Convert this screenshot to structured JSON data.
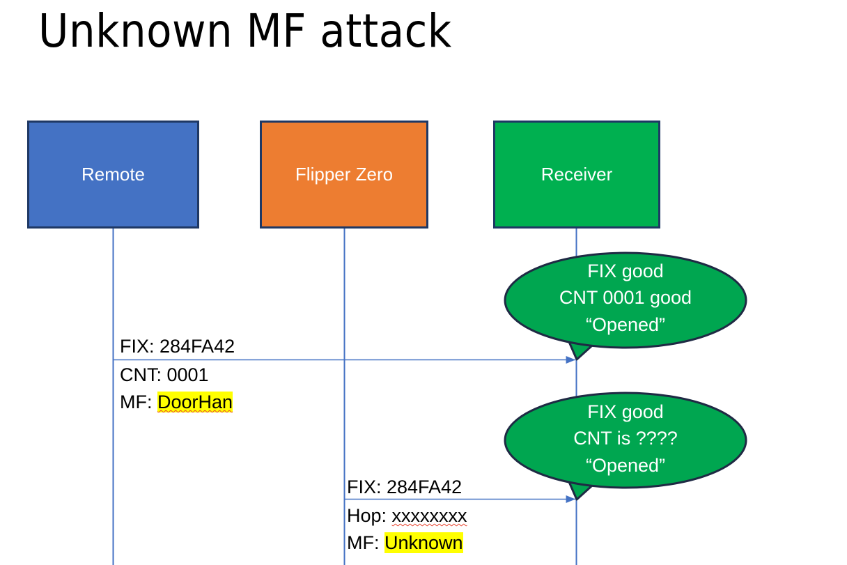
{
  "slide": {
    "title": "Unknown MF attack",
    "background": "#ffffff"
  },
  "colors": {
    "remote_fill": "#4472C4",
    "flipper_fill": "#ED7D31",
    "receiver_fill": "#00B050",
    "box_border": "#1F3864",
    "lifeline": "#4472C4",
    "arrow": "#4472C4",
    "bubble_fill": "#00A650",
    "bubble_border": "#1F2A44",
    "highlight": "#FFFF00",
    "spellcheck_underline": "#E8432E",
    "text_dark": "#000000",
    "text_light": "#FFFFFF"
  },
  "actors": [
    {
      "id": "remote",
      "label": "Remote"
    },
    {
      "id": "flipper",
      "label": "Flipper Zero"
    },
    {
      "id": "receiver",
      "label": "Receiver"
    }
  ],
  "messages": [
    {
      "id": "remote-to-receiver",
      "from": "remote",
      "to": "receiver",
      "above_label": "FIX: 284FA42",
      "below_lines": [
        {
          "prefix": "CNT: ",
          "value": "0001",
          "highlight": false,
          "spellcheck": false
        },
        {
          "prefix": "MF: ",
          "value": "DoorHan",
          "highlight": true,
          "spellcheck": true
        }
      ]
    },
    {
      "id": "flipper-to-receiver",
      "from": "flipper",
      "to": "receiver",
      "above_label": "FIX: 284FA42",
      "below_lines": [
        {
          "prefix": "Hop: ",
          "value": "xxxxxxxx",
          "highlight": false,
          "spellcheck": true
        },
        {
          "prefix": "MF: ",
          "value": "Unknown",
          "highlight": true,
          "spellcheck": false
        }
      ]
    }
  ],
  "callouts": [
    {
      "id": "callout-first",
      "lines": [
        "FIX good",
        "CNT 0001 good",
        "“Opened”"
      ],
      "text": "FIX good\nCNT 0001 good\n“Opened”"
    },
    {
      "id": "callout-second",
      "lines": [
        "FIX good",
        "CNT is ????",
        "“Opened”"
      ],
      "text": "FIX good\nCNT is ????\n“Opened”"
    }
  ]
}
